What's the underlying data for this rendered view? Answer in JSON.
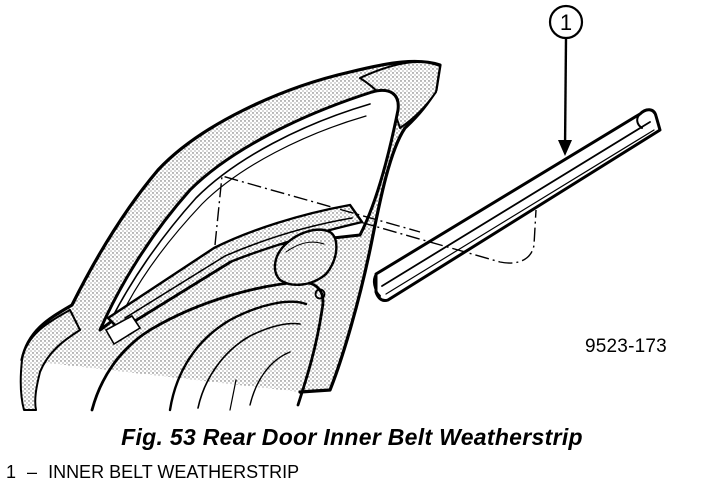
{
  "figure": {
    "callout_number": "1",
    "figure_number": "9523-173",
    "caption": "Fig. 53 Rear Door Inner Belt Weatherstrip",
    "legend": [
      {
        "number": "1",
        "separator": "–",
        "label": "INNER BELT WEATHERSTRIP"
      }
    ]
  }
}
